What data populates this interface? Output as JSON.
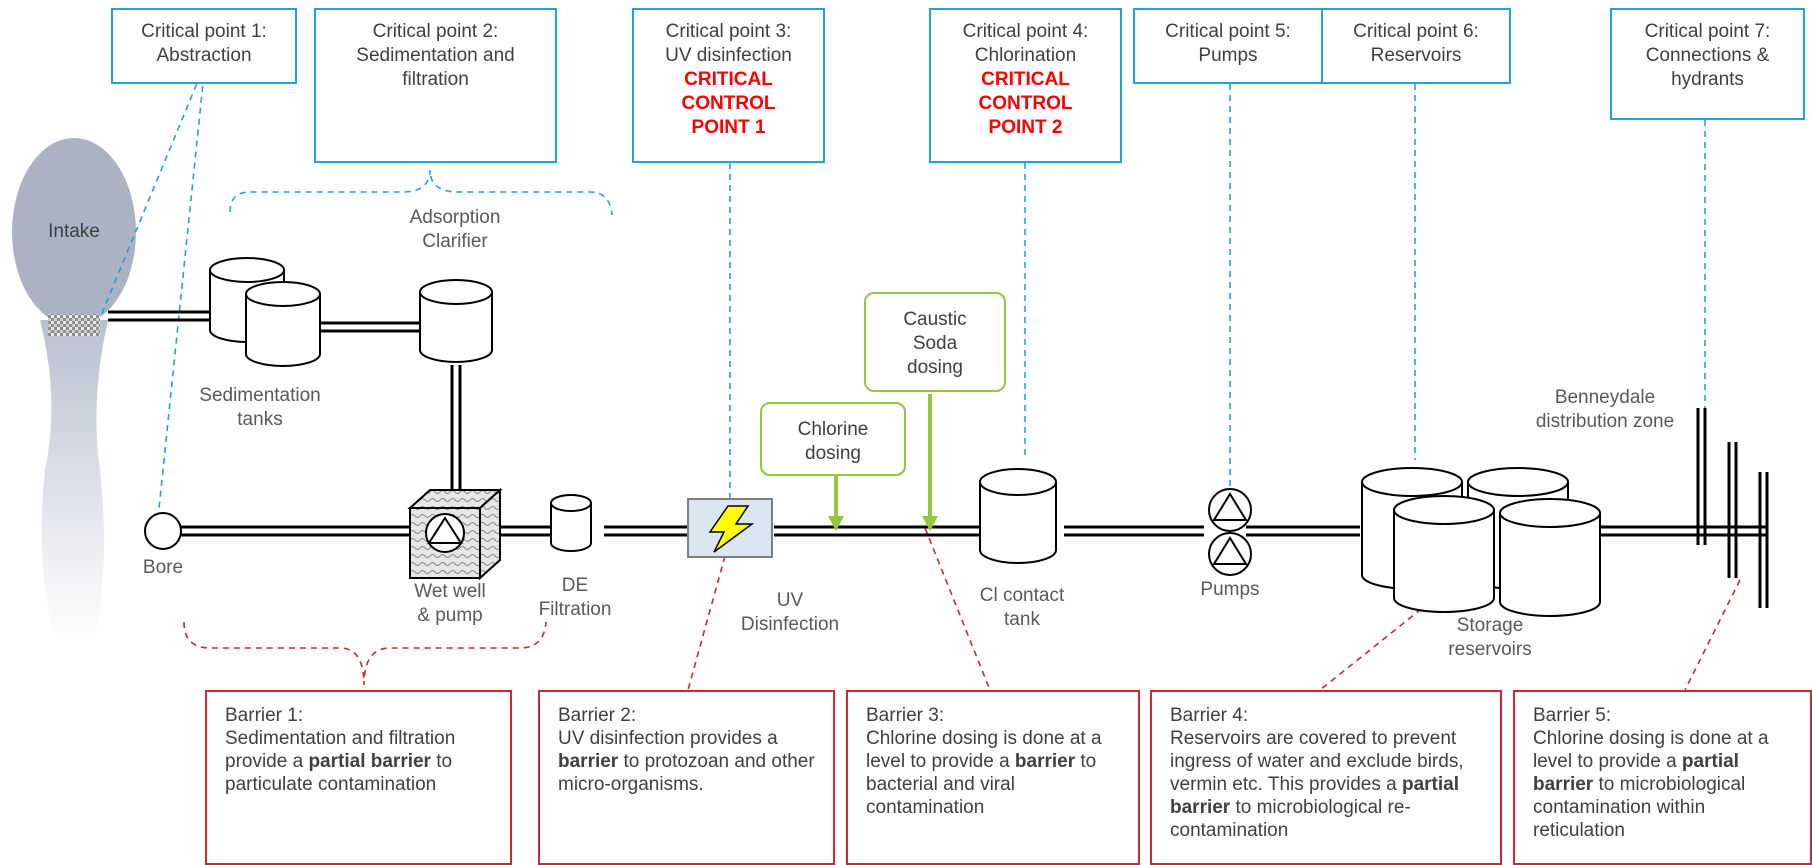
{
  "critical_points": [
    {
      "line1": "Critical point 1:",
      "line2": "Abstraction",
      "line3": "",
      "ccp": ""
    },
    {
      "line1": "Critical point 2:",
      "line2": "Sedimentation and",
      "line3": "filtration",
      "ccp": ""
    },
    {
      "line1": "Critical point 3:",
      "line2": "UV disinfection",
      "line3": "",
      "ccp": "CRITICAL CONTROL POINT 1"
    },
    {
      "line1": "Critical point 4:",
      "line2": "Chlorination",
      "line3": "",
      "ccp": "CRITICAL CONTROL POINT 2"
    },
    {
      "line1": "Critical point 5:",
      "line2": "Pumps",
      "line3": "",
      "ccp": ""
    },
    {
      "line1": "Critical point 6:",
      "line2": "Reservoirs",
      "line3": "",
      "ccp": ""
    },
    {
      "line1": "Critical point 7:",
      "line2": "Connections &",
      "line3": "hydrants",
      "ccp": ""
    }
  ],
  "labels": {
    "intake": "Intake",
    "adsorption_clarifier": "Adsorption\nClarifier",
    "sedimentation_tanks": "Sedimentation\ntanks",
    "bore": "Bore",
    "wet_well": "Wet well\n& pump",
    "de_filtration": "DE\nFiltration",
    "uv_disinfection": "UV\nDisinfection",
    "cl_contact_tank": "Cl contact\ntank",
    "pumps": "Pumps",
    "storage_reservoirs": "Storage\nreservoirs",
    "distribution_zone": "Benneydale\ndistribution zone"
  },
  "dosing": {
    "caustic": "Caustic\nSoda\ndosing",
    "chlorine": "Chlorine\ndosing"
  },
  "barriers": [
    {
      "title": "Barrier 1:",
      "pre": "Sedimentation and filtration provide a ",
      "bold": "partial barrier",
      "post": " to particulate contamination"
    },
    {
      "title": "Barrier 2:",
      "pre": "UV disinfection provides a ",
      "bold": "barrier",
      "post": " to protozoan and other micro-organisms."
    },
    {
      "title": "Barrier 3:",
      "pre": "Chlorine dosing is done at a level to provide a ",
      "bold": "barrier",
      "post": " to bacterial and viral contamination"
    },
    {
      "title": "Barrier 4:",
      "pre": "Reservoirs are covered to prevent ingress of water and exclude birds, vermin etc. This provides a ",
      "bold": "partial barrier",
      "post": " to microbiological re-contamination"
    },
    {
      "title": "Barrier 5:",
      "pre": "Chlorine dosing is done at a level to provide a ",
      "bold": "partial barrier",
      "post": " to microbiological contamination within reticulation"
    }
  ],
  "colors": {
    "blue": "#1fa3dd",
    "green": "#92c83e",
    "red": "#d9232e",
    "ccp_red": "#ff0000",
    "intake": "#aab2c3"
  }
}
